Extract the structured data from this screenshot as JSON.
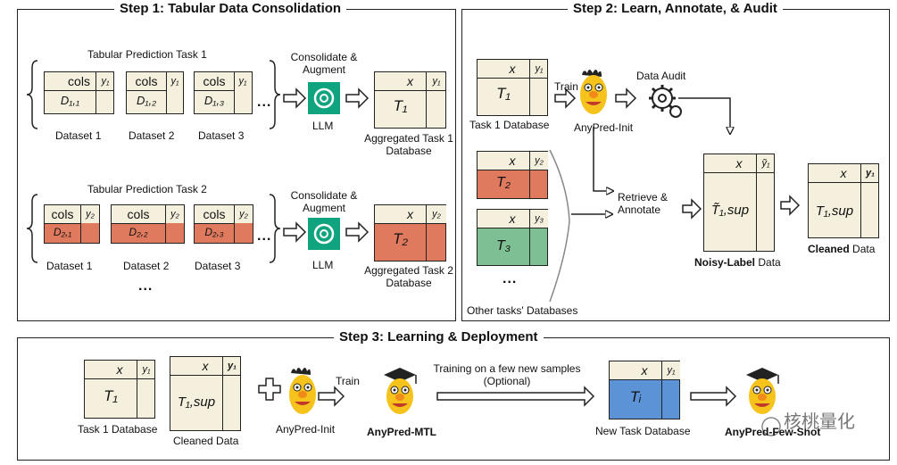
{
  "steps": {
    "step1_title": "Step 1: Tabular Data Consolidation",
    "step2_title": "Step 2: Learn, Annotate, & Audit",
    "step3_title": "Step 3: Learning & Deployment"
  },
  "step1": {
    "task1_title": "Tabular Prediction Task 1",
    "task2_title": "Tabular Prediction Task 2",
    "cols": "cols",
    "y1": "y₁",
    "y2": "y₂",
    "d11": "D₁,₁",
    "d12": "D₁,₂",
    "d13": "D₁,₃",
    "d21": "D₂,₁",
    "d22": "D₂,₂",
    "d23": "D₂,₃",
    "dataset1": "Dataset 1",
    "dataset2": "Dataset 2",
    "dataset3": "Dataset 3",
    "ellipsis": "...",
    "vdots": "...",
    "consolidate": "Consolidate & Augment",
    "llm": "LLM",
    "x": "x",
    "t1": "T₁",
    "t2": "T₂",
    "agg1": "Aggregated Task 1 Database",
    "agg2": "Aggregated Task 2 Database"
  },
  "step2": {
    "x": "x",
    "y1": "y₁",
    "y2": "y₂",
    "y3": "y₃",
    "ty1": "ỹ₁",
    "t1": "T₁",
    "t2": "T₂",
    "t3": "T₃",
    "task1_db": "Task 1 Database",
    "train": "Train",
    "anypred_init": "AnyPred-Init",
    "data_audit": "Data Audit",
    "retrieve": "Retrieve & Annotate",
    "t1sup_tilde": "T̃₁,sup",
    "t1sup": "T₁,sup",
    "noisy_bold": "Noisy-Label",
    "noisy_rest": " Data",
    "cleaned_bold": "Cleaned",
    "cleaned_rest": " Data",
    "other_tasks": "Other tasks' Databases",
    "vdots": "..."
  },
  "step3": {
    "x": "x",
    "y1": "y₁",
    "t1": "T₁",
    "t1sup": "T₁,sup",
    "ti": "Tᵢ",
    "task1_db": "Task 1 Database",
    "cleaned": "Cleaned Data",
    "anypred_init": "AnyPred-Init",
    "train": "Train",
    "anypred_mtl": "AnyPred-MTL",
    "training_note": "Training on a few new samples (Optional)",
    "new_task_db": "New Task Database",
    "anypred_fewshot": "AnyPred-Few-Shot",
    "watermark": "核桃量化"
  },
  "colors": {
    "cream": "#f5f0de",
    "red": "#e07a5f",
    "green": "#7fbf94",
    "blue": "#5b93d6",
    "llm_teal": "#10a37f",
    "mascot_yellow": "#f6c21c",
    "mascot_orange": "#f08a1a"
  },
  "icons": [
    "llm-icon",
    "gear-icon",
    "anypred-mascot",
    "graduate-mascot",
    "plus-icon",
    "arrow-icon",
    "brace-icon"
  ]
}
